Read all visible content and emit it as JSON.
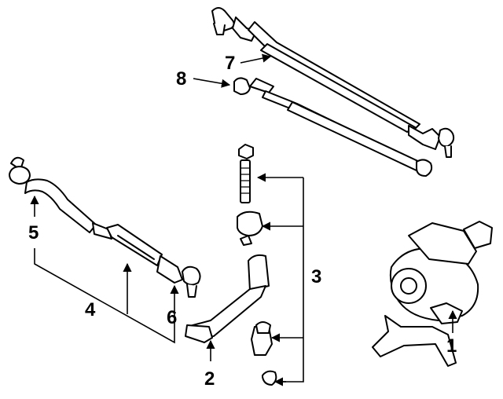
{
  "callouts": {
    "c1": "1",
    "c2": "2",
    "c3": "3",
    "c4": "4",
    "c5": "5",
    "c6": "6",
    "c7": "7",
    "c8": "8"
  },
  "icons": [
    "steering-gear-icon",
    "pitman-arm-icon",
    "idler-arm-icon",
    "tie-rod-icon",
    "drag-link-icon"
  ]
}
